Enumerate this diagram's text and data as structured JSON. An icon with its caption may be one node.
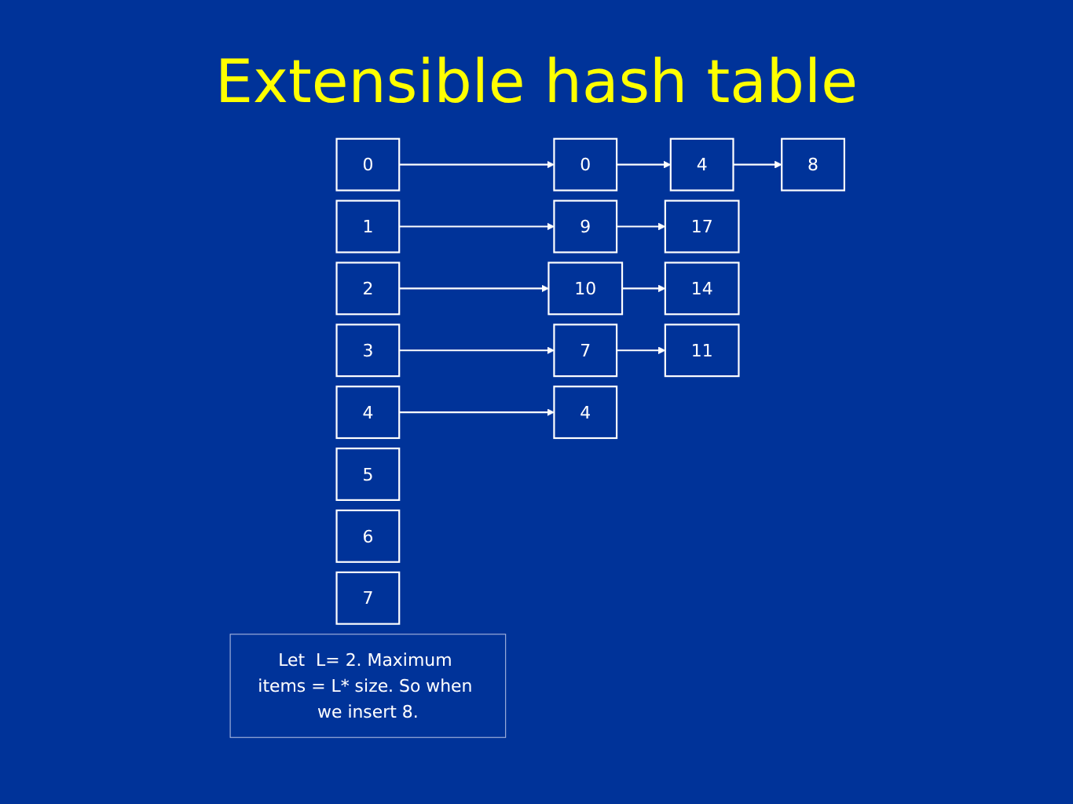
{
  "diagram": {
    "title": "Extensible hash table",
    "nodes": [
      {
        "text": [
          "0"
        ]
      },
      {
        "text": [
          "1"
        ]
      },
      {
        "text": [
          "2"
        ]
      },
      {
        "text": [
          "3"
        ]
      },
      {
        "text": [
          "4"
        ]
      },
      {
        "text": [
          "5"
        ]
      },
      {
        "text": [
          "6"
        ]
      },
      {
        "text": [
          "7"
        ]
      },
      {
        "text": [
          "0"
        ]
      },
      {
        "text": [
          "4"
        ]
      },
      {
        "text": [
          "8"
        ]
      },
      {
        "text": [
          "9"
        ]
      },
      {
        "text": [
          "17"
        ]
      },
      {
        "text": [
          "10"
        ]
      },
      {
        "text": [
          "14"
        ]
      },
      {
        "text": [
          "7"
        ]
      },
      {
        "text": [
          "11"
        ]
      },
      {
        "text": [
          "4"
        ]
      },
      {
        "text": [
          "Let  L= 2. Maximum items = L* size. So when we insert 8."
        ]
      }
    ],
    "edges": [
      {
        "from": 0,
        "to": 8,
        "arrow": "to"
      },
      {
        "from": 8,
        "to": 9,
        "arrow": "to"
      },
      {
        "from": 9,
        "to": 10,
        "arrow": "to"
      },
      {
        "from": 1,
        "to": 11,
        "arrow": "to"
      },
      {
        "from": 11,
        "to": 12,
        "arrow": "to"
      },
      {
        "from": 2,
        "to": 13,
        "arrow": "to"
      },
      {
        "from": 13,
        "to": 14,
        "arrow": "to"
      },
      {
        "from": 3,
        "to": 15,
        "arrow": "to"
      },
      {
        "from": 15,
        "to": 16,
        "arrow": "to"
      },
      {
        "from": 4,
        "to": 17,
        "arrow": "to"
      }
    ]
  }
}
